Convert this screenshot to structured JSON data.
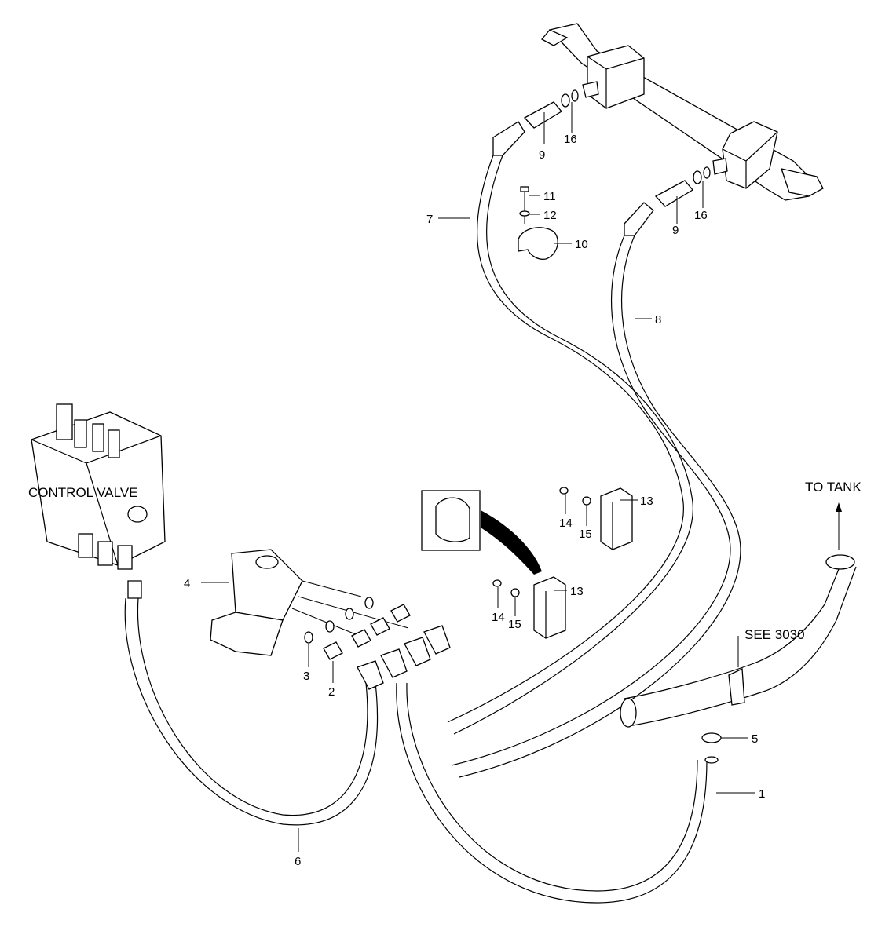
{
  "annotations": {
    "control_valve": "CONTROL VALVE",
    "to_tank": "TO TANK",
    "see_ref": "SEE 3030"
  },
  "callouts": {
    "c1": "1",
    "c2": "2",
    "c3": "3",
    "c4": "4",
    "c5": "5",
    "c6": "6",
    "c7": "7",
    "c8": "8",
    "c9a": "9",
    "c9b": "9",
    "c10": "10",
    "c11": "11",
    "c12": "12",
    "c13a": "13",
    "c13b": "13",
    "c14a": "14",
    "c14b": "14",
    "c15a": "15",
    "c15b": "15",
    "c16a": "16",
    "c16b": "16"
  }
}
